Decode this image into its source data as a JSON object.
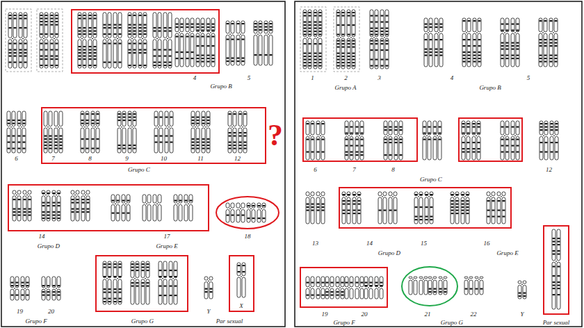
{
  "diagram": {
    "labels": [
      "4",
      "Grupo B",
      "5",
      "6",
      "7",
      "8",
      "9",
      "10",
      "11",
      "12",
      "Grupo C",
      "?",
      "14",
      "Grupo D",
      "17",
      "Grupo E",
      "18",
      "19",
      "20",
      "Grupo F",
      "Grupo G",
      "Y",
      "X",
      "Par sexual",
      "1",
      "2",
      "3",
      "Grupo A",
      "4",
      "5",
      "Grupo B",
      "6",
      "7",
      "8",
      "Grupo C",
      "12",
      "13",
      "14",
      "15",
      "16",
      "Grupo D",
      "Grupo E",
      "19",
      "20",
      "Grupo F",
      "21",
      "22",
      "Grupo G",
      "Y",
      "Par sexual"
    ]
  }
}
